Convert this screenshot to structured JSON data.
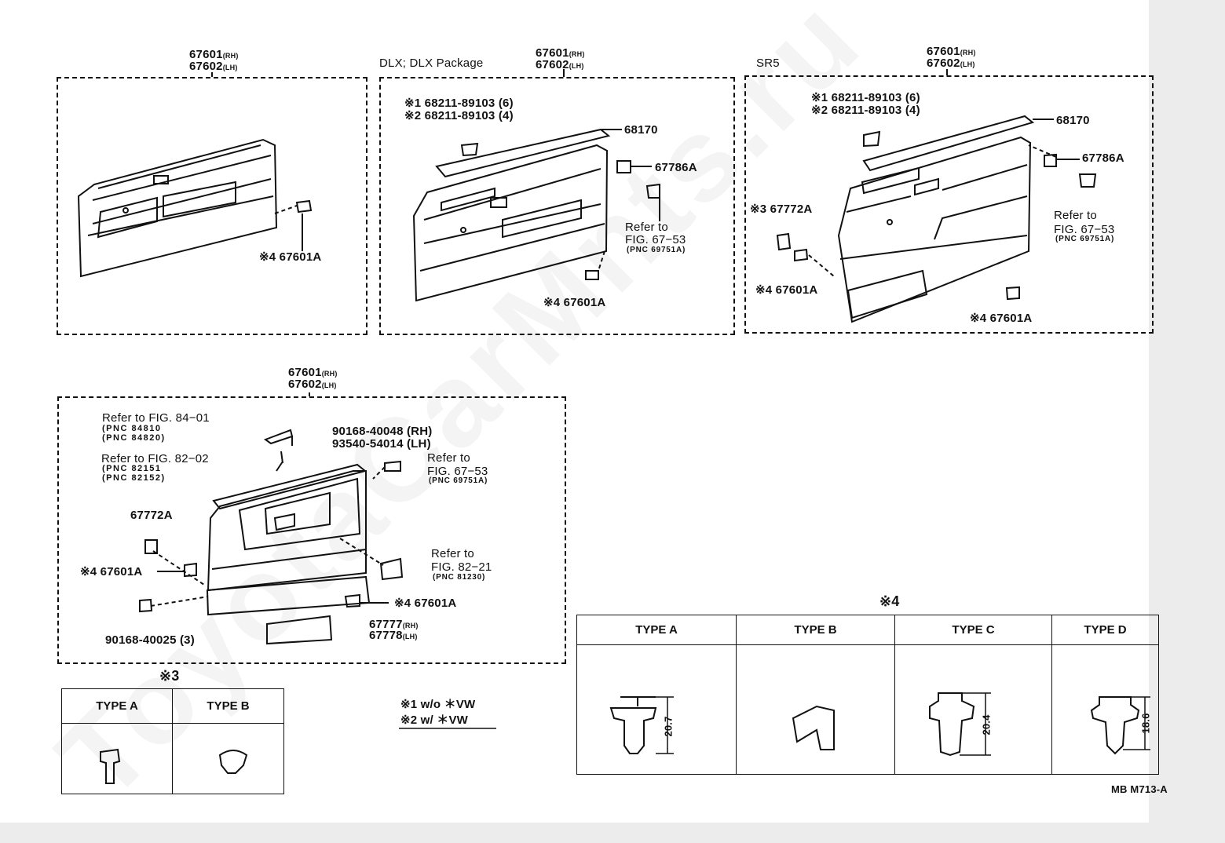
{
  "watermark": "ToyotaCarMnts.ru",
  "panel1": {
    "pn_rh": "67601",
    "rh": "(RH)",
    "pn_lh": "67602",
    "lh": "(LH)",
    "clip": "※4 67601A"
  },
  "panel2": {
    "variant": "DLX; DLX Package",
    "pn_rh": "67601",
    "rh": "(RH)",
    "pn_lh": "67602",
    "lh": "(LH)",
    "note1": "※1 68211-89103 (6)",
    "note2": "※2 68211-89103 (4)",
    "weatherstrip": "68170",
    "clip_a": "67786A",
    "refer_1": "Refer to",
    "refer_2": "FIG. 67−53",
    "refer_3": "(PNC 69751A)",
    "clip": "※4 67601A"
  },
  "panel3": {
    "variant": "SR5",
    "pn_rh": "67601",
    "rh": "(RH)",
    "pn_lh": "67602",
    "lh": "(LH)",
    "note1": "※1 68211-89103 (6)",
    "note2": "※2 68211-89103 (4)",
    "weatherstrip": "68170",
    "clip_a": "67786A",
    "refer_1": "Refer to",
    "refer_2": "FIG. 67−53",
    "refer_3": "(PNC 69751A)",
    "clip3": "※3 67772A",
    "clip4a": "※4 67601A",
    "clip4b": "※4 67601A"
  },
  "panel4": {
    "pn_rh": "67601",
    "rh": "(RH)",
    "pn_lh": "67602",
    "lh": "(LH)",
    "ref84": "Refer to FIG. 84−01",
    "pnc84a": "(PNC 84810",
    "pnc84b": "(PNC 84820)",
    "screw_rh": "90168-40048 (RH)",
    "screw_lh": "93540-54014 (LH)",
    "ref82_02": "Refer to FIG. 82−02",
    "pnc82a": "(PNC 82151",
    "pnc82b": "(PNC 82152)",
    "ref67_1": "Refer to",
    "ref67_2": "FIG. 67−53",
    "ref67_3": "(PNC 69751A)",
    "clip3": "67772A",
    "clip4a": "※4 67601A",
    "ref82_21_1": "Refer to",
    "ref82_21_2": "FIG. 82−21",
    "ref82_21_3": "(PNC 81230)",
    "clip4b": "※4 67601A",
    "screw3": "90168-40025 (3)",
    "pocket_rh": "67777",
    "pocket_lh": "67778"
  },
  "table3": {
    "title": "※3",
    "types": [
      "TYPE A",
      "TYPE B"
    ]
  },
  "legend": {
    "line1": "※1 w/o  ＊VW",
    "line2": "※2 w/   ＊VW"
  },
  "table4": {
    "title": "※4",
    "types": [
      "TYPE A",
      "TYPE B",
      "TYPE C",
      "TYPE D"
    ],
    "dims": [
      "20.7",
      "20.4",
      "18.6"
    ]
  },
  "code": "MB M713-A"
}
